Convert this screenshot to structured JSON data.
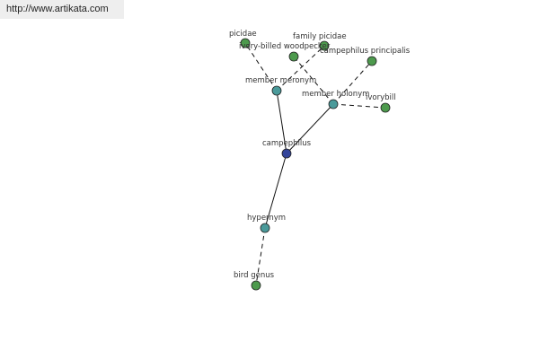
{
  "banner": {
    "url": "http://www.artikata.com"
  },
  "graph": {
    "colors": {
      "center": "#33449a",
      "relation": "#4a9a9a",
      "leaf": "#4d9a4d"
    },
    "nodes": [
      {
        "id": "campephilus",
        "label": "campephilus",
        "kind": "center"
      },
      {
        "id": "member-meronym",
        "label": "member meronym",
        "kind": "relation"
      },
      {
        "id": "member-holonym",
        "label": "member holonym",
        "kind": "relation"
      },
      {
        "id": "hypernym",
        "label": "hypernym",
        "kind": "relation"
      },
      {
        "id": "picidae",
        "label": "picidae",
        "kind": "leaf"
      },
      {
        "id": "family-picidae",
        "label": "family picidae",
        "kind": "leaf"
      },
      {
        "id": "ivory-billed-woodpecker",
        "label": "ivory-billed woodpecker",
        "kind": "leaf"
      },
      {
        "id": "campephilus-principalis",
        "label": "campephilus principalis",
        "kind": "leaf"
      },
      {
        "id": "ivorybill",
        "label": "ivorybill",
        "kind": "leaf"
      },
      {
        "id": "bird-genus",
        "label": "bird genus",
        "kind": "leaf"
      }
    ],
    "edges": [
      {
        "from": "campephilus",
        "to": "member-meronym",
        "style": "solid"
      },
      {
        "from": "campephilus",
        "to": "member-holonym",
        "style": "solid"
      },
      {
        "from": "campephilus",
        "to": "hypernym",
        "style": "solid"
      },
      {
        "from": "member-meronym",
        "to": "picidae",
        "style": "dashed"
      },
      {
        "from": "member-meronym",
        "to": "family-picidae",
        "style": "dashed"
      },
      {
        "from": "member-holonym",
        "to": "ivory-billed-woodpecker",
        "style": "dashed"
      },
      {
        "from": "member-holonym",
        "to": "campephilus-principalis",
        "style": "dashed"
      },
      {
        "from": "member-holonym",
        "to": "ivorybill",
        "style": "dashed"
      },
      {
        "from": "hypernym",
        "to": "bird-genus",
        "style": "dashed"
      }
    ]
  }
}
